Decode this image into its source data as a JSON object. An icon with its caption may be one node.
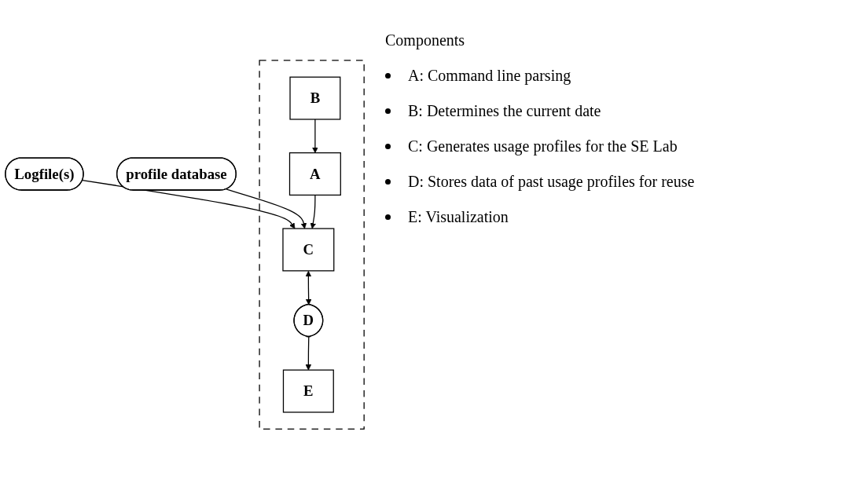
{
  "diagram": {
    "nodes": [
      {
        "text": [
          "profile database"
        ]
      },
      {
        "text": [
          "Logfile(s)"
        ]
      },
      {
        "text": [],
        "shape": "box"
      },
      {
        "text": [
          "A"
        ],
        "in": 2
      },
      {
        "text": [
          "B"
        ],
        "in": 2
      },
      {
        "text": [
          "C"
        ],
        "in": 2
      },
      {
        "text": [
          "D"
        ],
        "in": 2
      },
      {
        "text": [
          "E"
        ],
        "in": 2
      }
    ],
    "edges": [
      {
        "from": 1,
        "to": 5,
        "arrow": "to"
      },
      {
        "from": 0,
        "to": 5,
        "arrow": "to"
      },
      {
        "from": 3,
        "to": 5,
        "arrow": "to"
      },
      {
        "from": 4,
        "to": 3,
        "arrow": "to"
      },
      {
        "from": 5,
        "to": 6,
        "arrow": "both"
      },
      {
        "from": 6,
        "to": 7,
        "arrow": "to"
      }
    ],
    "labels": [
      "Components",
      "A: Command line parsing",
      "B: Determines the current date",
      "C: Generates usage profiles for the SE Lab",
      "D: Stores data of past usage profiles for reuse",
      "E: Visualization"
    ]
  }
}
